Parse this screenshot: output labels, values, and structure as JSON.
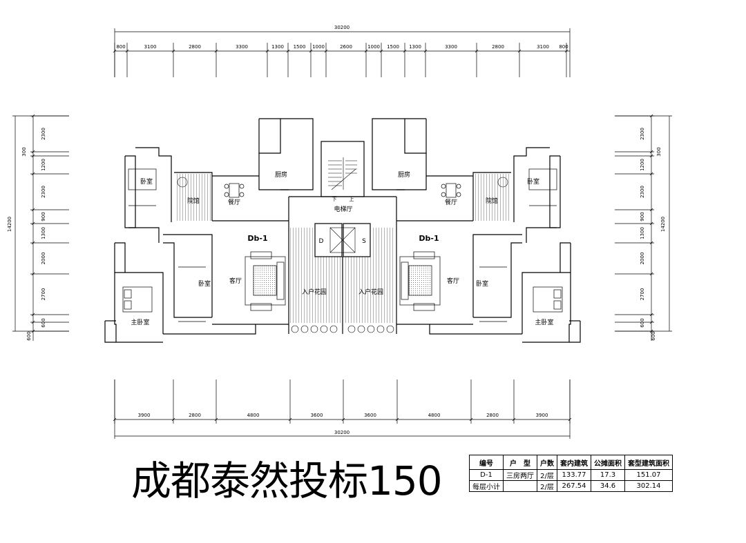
{
  "title": "成都泰然投标150",
  "dimensions": {
    "overall_top": "30200",
    "overall_bottom": "30200",
    "top_segments": [
      "800",
      "3100",
      "2800",
      "3300",
      "1300",
      "1500",
      "1000",
      "2600",
      "1000",
      "1500",
      "1300",
      "3300",
      "2800",
      "3100",
      "800"
    ],
    "bottom_segments": [
      "3900",
      "2800",
      "4800",
      "3600",
      "3600",
      "4800",
      "2800",
      "3900"
    ],
    "left_segments": [
      "2300",
      "1200",
      "2300",
      "900",
      "1300",
      "2000",
      "2700",
      "600"
    ],
    "left_small_300": "300",
    "left_overall": "14200",
    "left_bottom_600": "600",
    "right_segments": [
      "2300",
      "1200",
      "2300",
      "900",
      "1300",
      "2000",
      "2700",
      "600"
    ],
    "right_small_300": "300",
    "right_overall": "14200",
    "right_bottom_600": "600"
  },
  "rooms": {
    "kitchen_l": "厨房",
    "kitchen_r": "厨房",
    "stair_down": "下",
    "stair_up": "上",
    "elevator_hall": "电梯厅",
    "dining_l": "餐厅",
    "dining_r": "餐厅",
    "courtyard_l": "院馆",
    "courtyard_r": "院馆",
    "bedroom_tl": "卧室",
    "bedroom_tr": "卧室",
    "bedroom_ml": "卧室",
    "bedroom_mr": "卧室",
    "master_l": "主卧室",
    "master_r": "主卧室",
    "living_l": "客厅",
    "living_r": "客厅",
    "garden_l": "入户花园",
    "garden_r": "入户花园",
    "unit_l": "Db-1",
    "unit_r": "Db-1",
    "elev_d": "D",
    "elev_s": "S"
  },
  "area_table": {
    "headers": [
      "编号",
      "户　型",
      "户数",
      "套内建筑",
      "公摊面积",
      "套型建筑面积"
    ],
    "rows": [
      [
        "D-1",
        "三房两厅",
        "2/层",
        "133.77",
        "17.3",
        "151.07"
      ],
      [
        "每层小计",
        "",
        "2/层",
        "267.54",
        "34.6",
        "302.14"
      ]
    ]
  }
}
